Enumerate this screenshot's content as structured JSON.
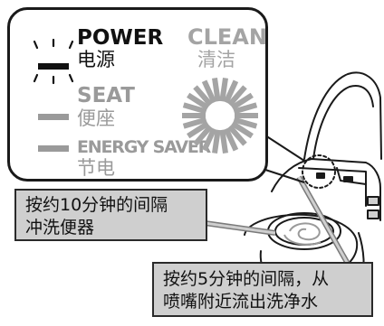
{
  "panel": {
    "power": {
      "label_en": "POWER",
      "label_zh": "电源",
      "state": "blinking"
    },
    "seat": {
      "label_en": "SEAT",
      "label_zh": "便座",
      "state": "off"
    },
    "energy_saver": {
      "label_en": "ENERGY SAVER",
      "label_zh": "节电",
      "state": "off"
    },
    "clean": {
      "label_en": "CLEAN",
      "label_zh": "清洁",
      "icon": "rotating-dashes-icon"
    }
  },
  "callouts": {
    "bowl_rinse": {
      "line1": "按约10分钟的间隔",
      "line2": "冲洗便器"
    },
    "nozzle_rinse": {
      "line1": "按约5分钟的间隔，从",
      "line2": "喷嘴附近流出洗净水"
    }
  },
  "colors": {
    "outline": "#1a1a1a",
    "active": "#111111",
    "inactive": "#9a9a9a",
    "callout_fill": "#cfcfcf"
  }
}
